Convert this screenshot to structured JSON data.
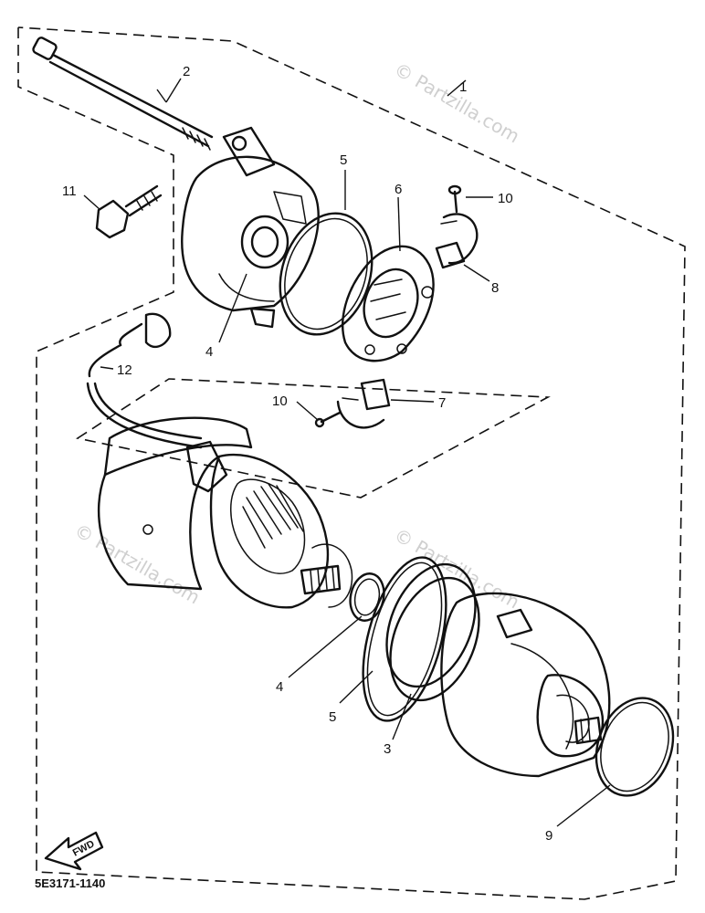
{
  "diagram_code": "5E3171-1140",
  "fwd_label": "FWD",
  "watermark": "© Partzilla.com",
  "labels": {
    "p1": "1",
    "p2": "2",
    "p3": "3",
    "p4a": "4",
    "p4b": "4",
    "p5a": "5",
    "p5b": "5",
    "p6": "6",
    "p7": "7",
    "p8": "8",
    "p9": "9",
    "p10a": "10",
    "p10b": "10",
    "p11": "11",
    "p12": "12"
  }
}
